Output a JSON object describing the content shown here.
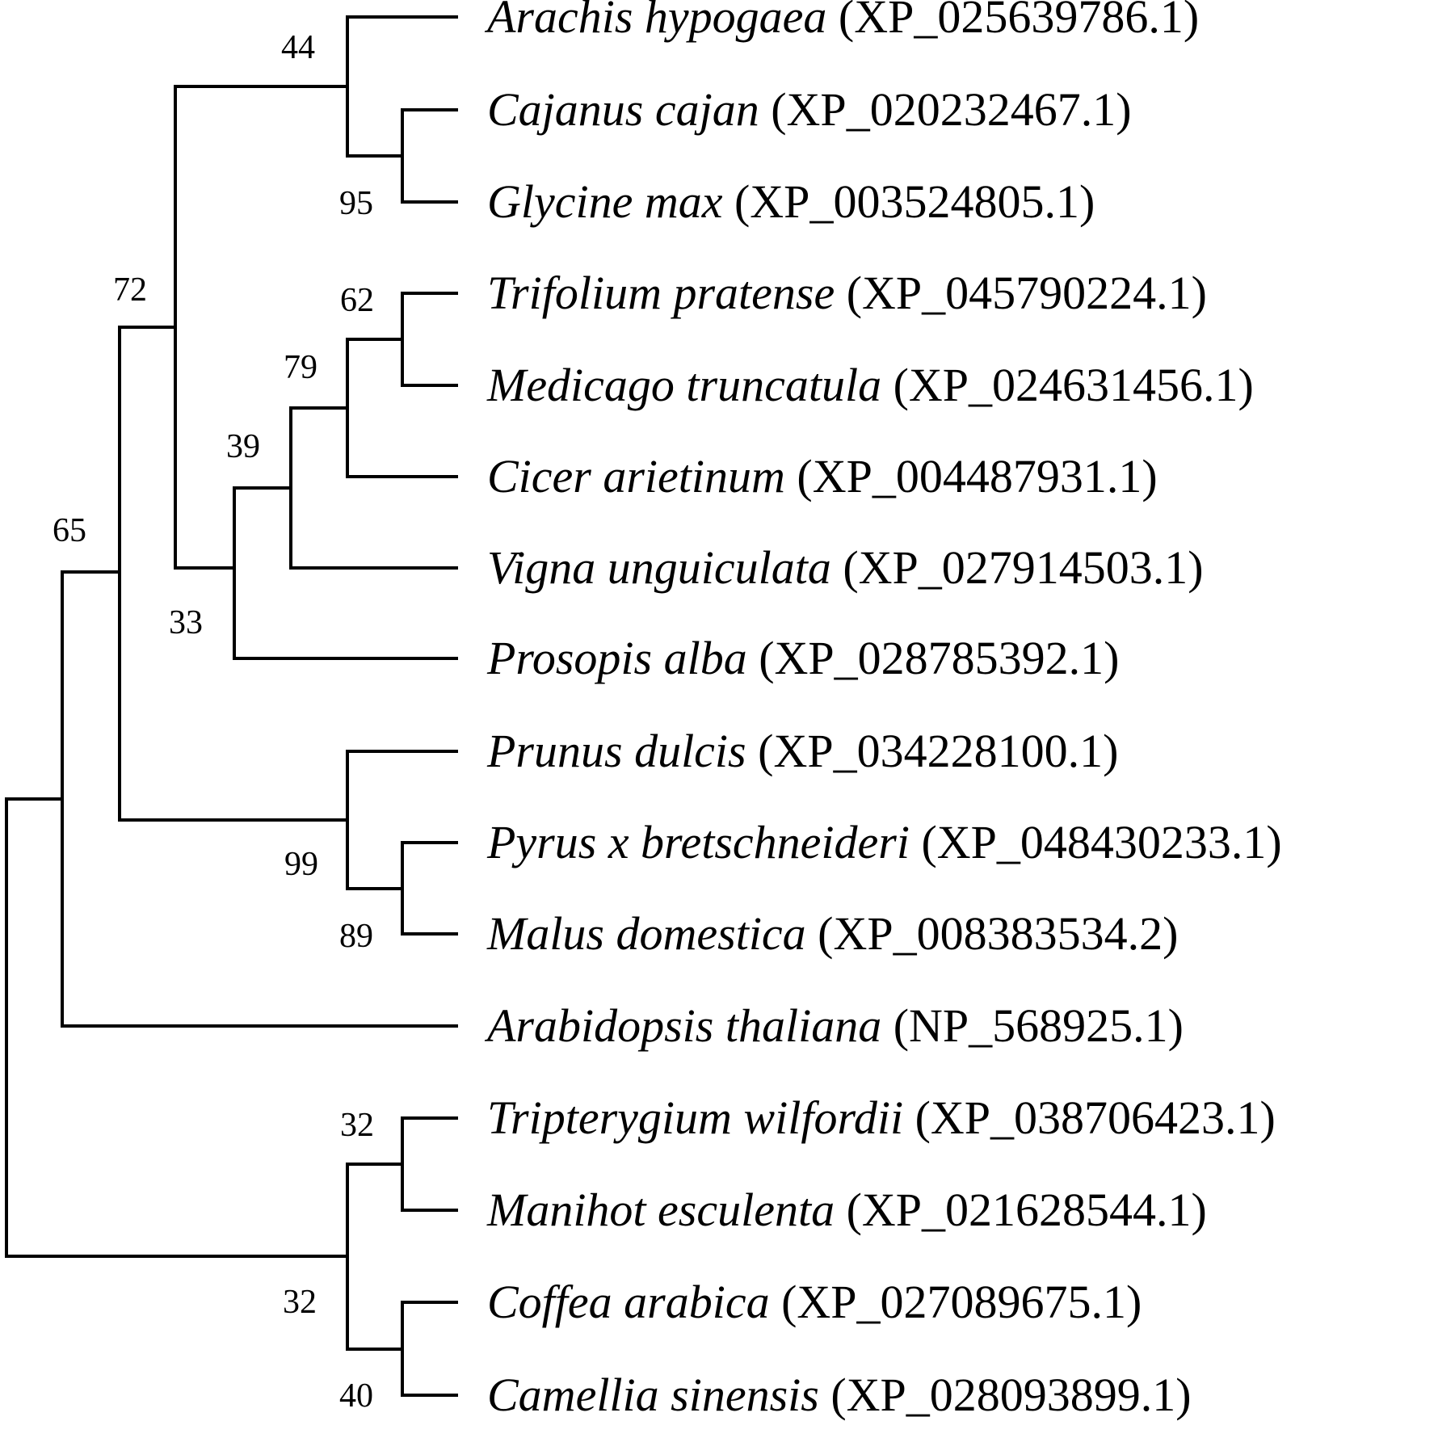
{
  "taxa": [
    {
      "species": "Arachis hypogaea",
      "accession": "(XP_025639786.1)"
    },
    {
      "species": "Cajanus cajan",
      "accession": "(XP_020232467.1)"
    },
    {
      "species": "Glycine max",
      "accession": "(XP_003524805.1)"
    },
    {
      "species": "Trifolium pratense",
      "accession": "(XP_045790224.1)"
    },
    {
      "species": "Medicago truncatula",
      "accession": "(XP_024631456.1)"
    },
    {
      "species": "Cicer arietinum",
      "accession": "(XP_004487931.1)"
    },
    {
      "species": "Vigna unguiculata",
      "accession": "(XP_027914503.1)"
    },
    {
      "species": "Prosopis alba",
      "accession": "(XP_028785392.1)"
    },
    {
      "species": "Prunus dulcis",
      "accession": "(XP_034228100.1)"
    },
    {
      "species": "Pyrus x bretschneideri",
      "accession": "(XP_048430233.1)"
    },
    {
      "species": "Malus domestica",
      "accession": "(XP_008383534.2)"
    },
    {
      "species": "Arabidopsis thaliana",
      "accession": "(NP_568925.1)"
    },
    {
      "species": "Tripterygium wilfordii",
      "accession": "(XP_038706423.1)"
    },
    {
      "species": "Manihot esculenta",
      "accession": "(XP_021628544.1)"
    },
    {
      "species": "Coffea arabica",
      "accession": "(XP_027089675.1)"
    },
    {
      "species": "Camellia sinensis",
      "accession": "(XP_028093899.1)"
    }
  ],
  "support_values": {
    "arachis_cajanus_glycine": "44",
    "cajanus_glycine": "95",
    "legume_clade": "72",
    "trifolium_medicago": "62",
    "trifolium_medicago_cicer": "79",
    "plus_vigna": "39",
    "plus_prosopis": "33",
    "fabales_rosales": "65",
    "rosaceae": "99",
    "pyrus_malus": "89",
    "tripterygium_manihot": "32",
    "outgroup_clade": "32",
    "coffea_camellia": "40"
  }
}
